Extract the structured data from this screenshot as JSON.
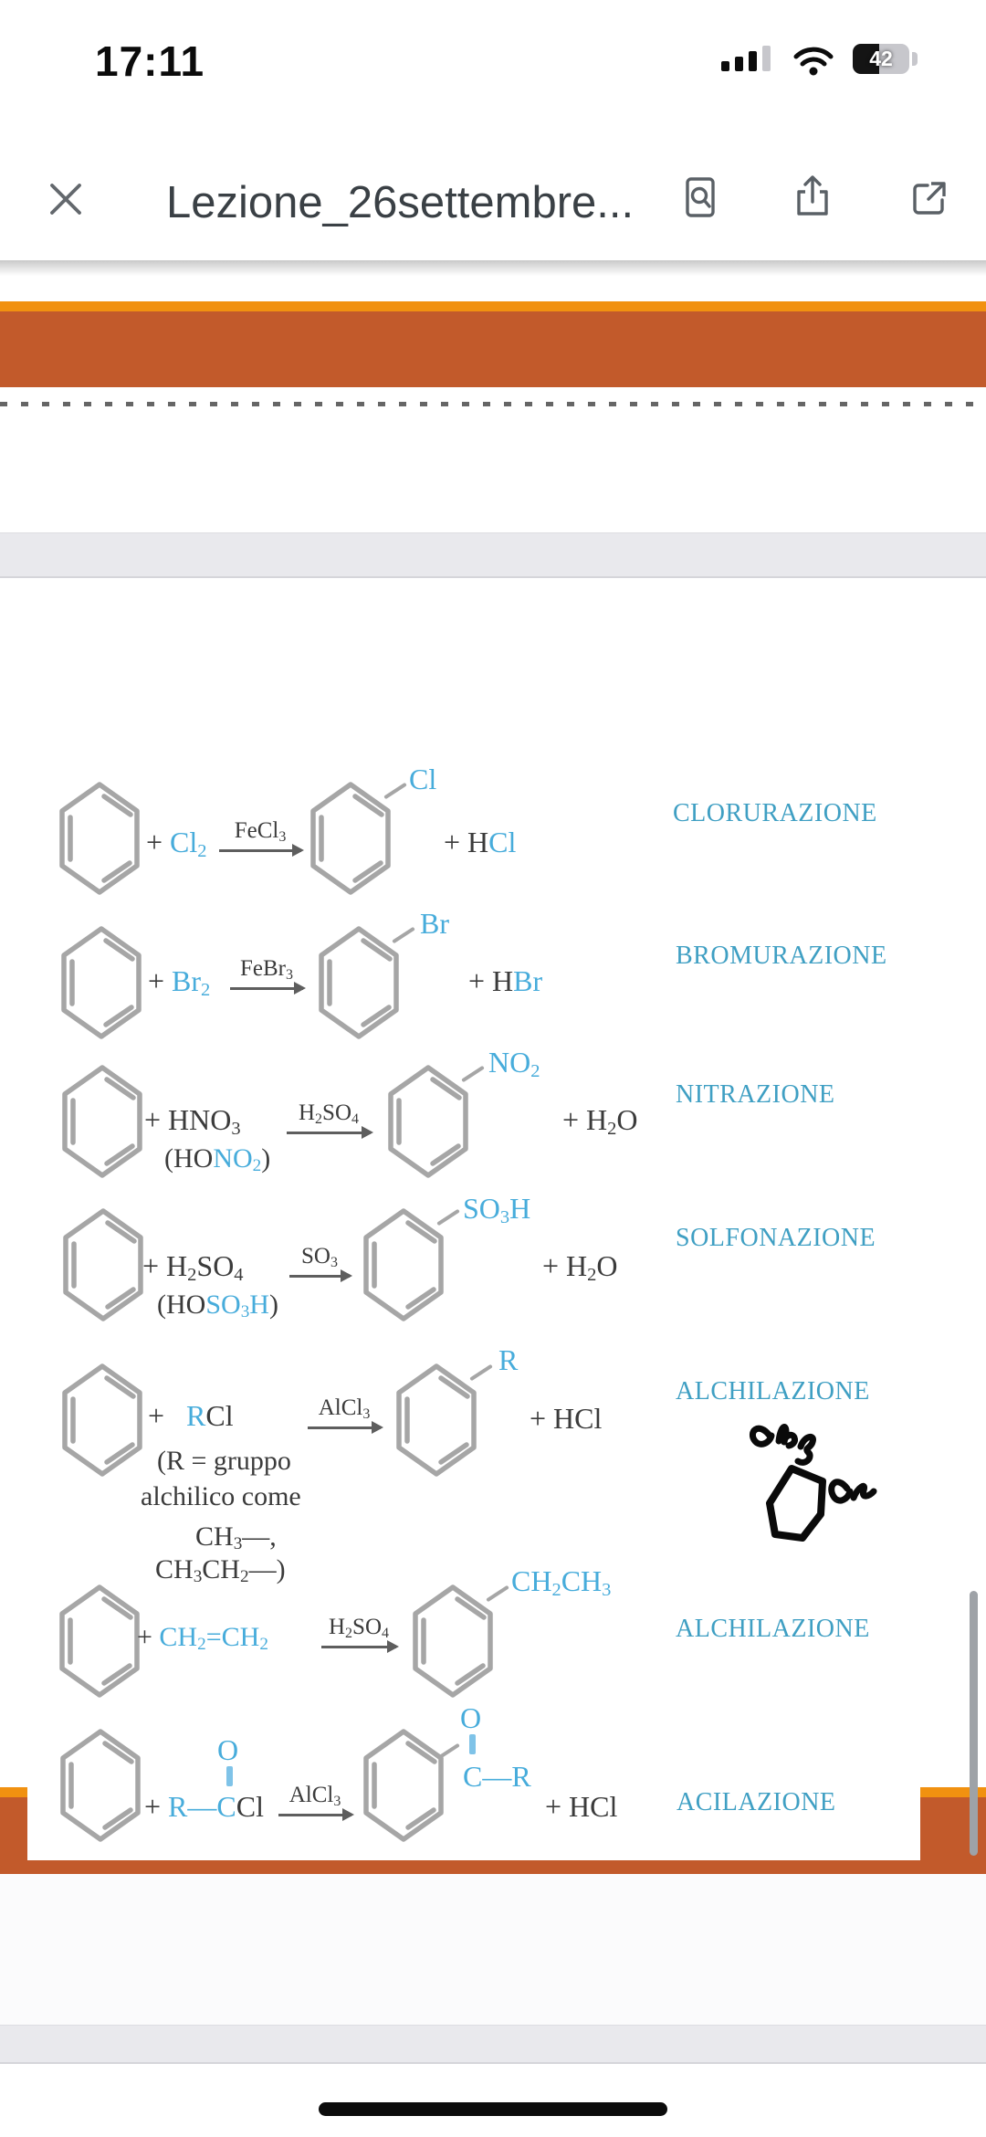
{
  "status_bar": {
    "time": "17:11",
    "battery_percent": "42"
  },
  "toolbar": {
    "title": "Lezione_26settembre...",
    "close_icon": "close-x",
    "find_icon": "find-in-page",
    "share_icon": "share",
    "open_icon": "open-in-new"
  },
  "colors": {
    "accent_cyan": "#47acdb",
    "label_teal": "#3f9fc3",
    "banner_orange": "#f19110",
    "banner_rust": "#c25a2b",
    "ink": "#3b3b3b"
  },
  "doc": {
    "reactions": [
      {
        "label": "CLORURAZIONE",
        "reagent": [
          {
            "t": "+ "
          },
          {
            "t": "Cl",
            "c": "cy"
          },
          {
            "t": "2",
            "c": "cy",
            "s": 1
          }
        ],
        "catalyst": [
          {
            "t": "FeCl"
          },
          {
            "t": "3",
            "s": 1
          }
        ],
        "substituent": [
          {
            "t": "Cl",
            "c": "cy"
          }
        ],
        "byproduct": [
          {
            "t": "+ H"
          },
          {
            "t": "Cl",
            "c": "cy"
          }
        ]
      },
      {
        "label": "BROMURAZIONE",
        "reagent": [
          {
            "t": "+ "
          },
          {
            "t": "Br",
            "c": "cy"
          },
          {
            "t": "2",
            "c": "cy",
            "s": 1
          }
        ],
        "catalyst": [
          {
            "t": "FeBr"
          },
          {
            "t": "3",
            "s": 1
          }
        ],
        "substituent": [
          {
            "t": "Br",
            "c": "cy"
          }
        ],
        "byproduct": [
          {
            "t": "+ H"
          },
          {
            "t": "Br",
            "c": "cy"
          }
        ]
      },
      {
        "label": "NITRAZIONE",
        "reagent": [
          {
            "t": "+ HNO"
          },
          {
            "t": "3",
            "s": 1
          }
        ],
        "note": [
          {
            "t": "(HO"
          },
          {
            "t": "NO",
            "c": "cy"
          },
          {
            "t": "2",
            "c": "cy",
            "s": 1
          },
          {
            "t": ")"
          }
        ],
        "catalyst": [
          {
            "t": "H"
          },
          {
            "t": "2",
            "s": 1
          },
          {
            "t": "SO"
          },
          {
            "t": "4",
            "s": 1
          }
        ],
        "substituent": [
          {
            "t": "NO",
            "c": "cy"
          },
          {
            "t": "2",
            "c": "cy",
            "s": 1
          }
        ],
        "byproduct": [
          {
            "t": "+ H"
          },
          {
            "t": "2",
            "s": 1
          },
          {
            "t": "O"
          }
        ]
      },
      {
        "label": "SOLFONAZIONE",
        "reagent": [
          {
            "t": "+ H"
          },
          {
            "t": "2",
            "s": 1
          },
          {
            "t": "SO"
          },
          {
            "t": "4",
            "s": 1
          }
        ],
        "note": [
          {
            "t": "(HO"
          },
          {
            "t": "SO",
            "c": "cy"
          },
          {
            "t": "3",
            "c": "cy",
            "s": 1
          },
          {
            "t": "H",
            "c": "cy"
          },
          {
            "t": ")"
          }
        ],
        "catalyst": [
          {
            "t": "SO"
          },
          {
            "t": "3",
            "s": 1
          }
        ],
        "substituent": [
          {
            "t": "SO",
            "c": "cy"
          },
          {
            "t": "3",
            "c": "cy",
            "s": 1
          },
          {
            "t": "H",
            "c": "cy"
          }
        ],
        "byproduct": [
          {
            "t": "+ H"
          },
          {
            "t": "2",
            "s": 1
          },
          {
            "t": "O"
          }
        ]
      },
      {
        "label": "ALCHILAZIONE",
        "reagent": [
          {
            "t": "+  "
          },
          {
            "t": "R",
            "c": "cy"
          },
          {
            "t": "Cl"
          }
        ],
        "note_lines": [
          [
            {
              "t": "(R = gruppo"
            }
          ],
          [
            {
              "t": "alchilico come"
            }
          ],
          [
            {
              "t": "CH"
            },
            {
              "t": "3",
              "s": 1
            },
            {
              "t": "—,"
            }
          ],
          [
            {
              "t": "CH"
            },
            {
              "t": "3",
              "s": 1
            },
            {
              "t": "CH"
            },
            {
              "t": "2",
              "s": 1
            },
            {
              "t": "—)"
            }
          ]
        ],
        "catalyst": [
          {
            "t": "AlCl"
          },
          {
            "t": "3",
            "s": 1
          }
        ],
        "substituent": [
          {
            "t": "R",
            "c": "cy"
          }
        ],
        "byproduct": [
          {
            "t": "+ HCl"
          }
        ]
      },
      {
        "label": "ALCHILAZIONE",
        "reagent": [
          {
            "t": "+ "
          },
          {
            "t": "CH",
            "c": "cy"
          },
          {
            "t": "2",
            "c": "cy",
            "s": 1
          },
          {
            "t": "=",
            "c": "cy"
          },
          {
            "t": "CH",
            "c": "cy"
          },
          {
            "t": "2",
            "c": "cy",
            "s": 1
          }
        ],
        "catalyst": [
          {
            "t": "H"
          },
          {
            "t": "2",
            "s": 1
          },
          {
            "t": "SO"
          },
          {
            "t": "4",
            "s": 1
          }
        ],
        "substituent": [
          {
            "t": "CH",
            "c": "cy"
          },
          {
            "t": "2",
            "c": "cy",
            "s": 1
          },
          {
            "t": "CH",
            "c": "cy"
          },
          {
            "t": "3",
            "c": "cy",
            "s": 1
          }
        ],
        "byproduct": []
      },
      {
        "label": "ACILAZIONE",
        "reagent": [
          {
            "t": "+ "
          },
          {
            "t": "R",
            "c": "cy"
          },
          {
            "t": "—",
            "c": "cy"
          },
          {
            "t": "C",
            "c": "cy"
          },
          {
            "t": "Cl"
          }
        ],
        "reagent_top": [
          {
            "t": "O",
            "c": "cy"
          }
        ],
        "catalyst": [
          {
            "t": "AlCl"
          },
          {
            "t": "3",
            "s": 1
          }
        ],
        "substituent": [
          {
            "t": "C",
            "c": "cy"
          },
          {
            "t": "—",
            "c": "cy"
          },
          {
            "t": "R",
            "c": "cy"
          }
        ],
        "substituent_top": [
          {
            "t": "O",
            "c": "cy"
          }
        ],
        "byproduct": [
          {
            "t": "+ HCl"
          }
        ]
      }
    ],
    "annotation": {
      "type": "handwritten-sketch",
      "top_text": "CH3",
      "right_text": "Cl"
    }
  }
}
